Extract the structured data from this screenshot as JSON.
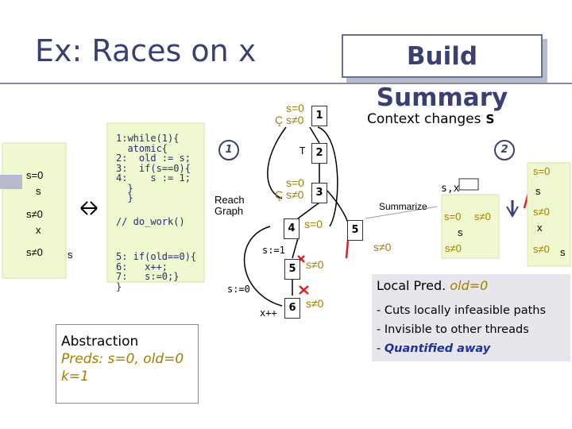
{
  "title": {
    "prefix": "Ex: Races on ",
    "var": "x"
  },
  "build_summary": "Build Summary",
  "code": {
    "line1": "1:while(1){",
    "line1b": "  atomic{",
    "line2": "2:  old := s;",
    "line3": "3:  if(s==0){",
    "line4": "4:    s := 1;",
    "line4b": "  }",
    "line4c": "  }",
    "work": "// do_work()",
    "line5": "5: if(old==0){",
    "line6": "6:   x++;",
    "line7": "7:   s:=0;}",
    "close": "}"
  },
  "left_states": {
    "s1": "s=0",
    "s1b": "s",
    "s2": "s≠0",
    "s2b": "x",
    "s3": "s≠0",
    "s3b": "s"
  },
  "reach_graph": {
    "circle": "1",
    "label_line1": "Reach",
    "label_line2": "Graph"
  },
  "cfa": {
    "preds1_a": "s=0",
    "preds1_b": "Ç s≠0",
    "node1": "1",
    "edge_T": "T",
    "node2": "2",
    "preds3_a": "s=0",
    "preds3_b": "Ç s≠0",
    "node3": "3",
    "node4": "4",
    "preds4": "s=0",
    "edge_s1": "s:=1",
    "node5": "5",
    "preds5": "s≠0",
    "edge_s0": "s:=0",
    "edge_xpp": "x++",
    "node6": "6",
    "preds6": "s≠0"
  },
  "context": {
    "label": "Context changes ",
    "var": "s",
    "circle": "2"
  },
  "summary": {
    "node5": "5",
    "s_ne0": "s≠0",
    "label": "Summarize",
    "sx": "s,x",
    "r1": "s=0",
    "r2": "s≠0",
    "rs": "s",
    "rb": "s≠0",
    "right_a": "s=0",
    "right_ab": "s",
    "right_b": "s≠0",
    "right_bb": "x",
    "right_c": "s≠0",
    "right_cb": "s"
  },
  "abstraction": {
    "title": "Abstraction",
    "preds_label": "Preds: ",
    "preds_val": "s=0, old=0",
    "k": "k=1"
  },
  "legend": {
    "title_prefix": "Local Pred. ",
    "title_pred": "old=0",
    "item1": "- Cuts locally infeasible paths",
    "item2": "- Invisible to other threads",
    "item3_prefix": "- ",
    "item3": "Quantified away"
  },
  "colors": {
    "title": "#3a4070",
    "code": "#2a2a6e",
    "green_pred": "#a08000",
    "red": "#e02020",
    "arrow": "#3a4070",
    "bold_blue": "#2030a0"
  }
}
